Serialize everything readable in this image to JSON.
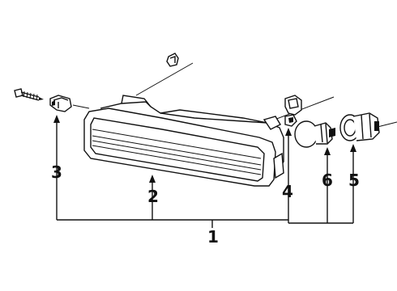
{
  "diagram": {
    "callouts": [
      {
        "id": "1",
        "label": "1"
      },
      {
        "id": "2",
        "label": "2"
      },
      {
        "id": "3",
        "label": "3"
      },
      {
        "id": "4",
        "label": "4"
      },
      {
        "id": "5",
        "label": "5"
      },
      {
        "id": "6",
        "label": "6"
      }
    ],
    "parts": [
      {
        "name": "screw"
      },
      {
        "name": "clip"
      },
      {
        "name": "lamp-housing"
      },
      {
        "name": "nut-clip"
      },
      {
        "name": "bulb"
      },
      {
        "name": "socket"
      },
      {
        "name": "small-retainer"
      }
    ]
  }
}
